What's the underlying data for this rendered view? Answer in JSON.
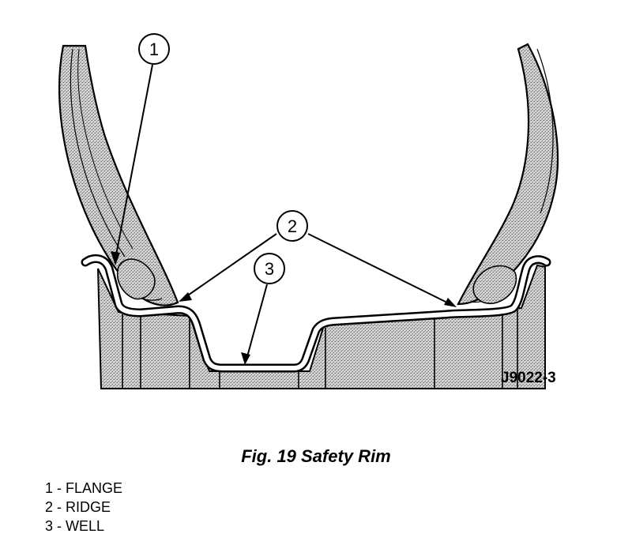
{
  "figure": {
    "id_label": "J9022-3",
    "caption": "Fig. 19 Safety Rim"
  },
  "callouts": [
    {
      "number": "1"
    },
    {
      "number": "2"
    },
    {
      "number": "3"
    }
  ],
  "legend": [
    {
      "text": "1 - FLANGE"
    },
    {
      "text": "2 - RIDGE"
    },
    {
      "text": "3 - WELL"
    }
  ]
}
